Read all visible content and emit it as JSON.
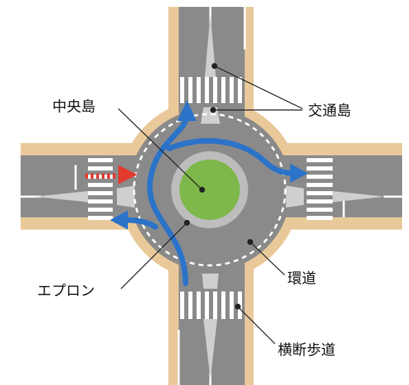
{
  "labels": {
    "central_island": "中央島",
    "traffic_island": "交通島",
    "apron": "エプロン",
    "circulatory_road": "環道",
    "crosswalk": "横断歩道"
  },
  "colors": {
    "background": "#ffffff",
    "sidewalk": "#e9c99a",
    "road": "#8a8a8a",
    "apron": "#bdbdbd",
    "central_island": "#7eb84b",
    "islands": "#cfcfcf",
    "markings": "#ffffff",
    "flow_arrow": "#2b73c9",
    "entry_arrow": "#e23b2e",
    "leader_line": "#222222"
  },
  "icons": {
    "flow": "blue-curved-arrow",
    "entry": "red-dashed-arrow"
  }
}
